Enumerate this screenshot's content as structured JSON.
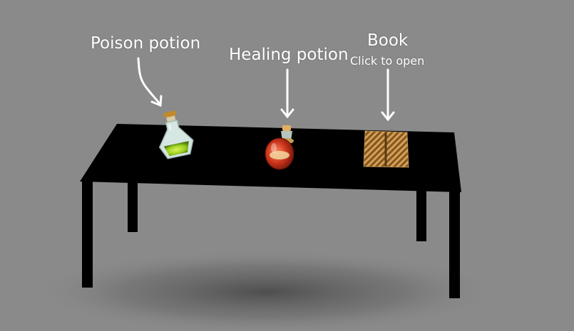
{
  "colors": {
    "background": "#8a8a8a",
    "table": "#000000",
    "label_text": "#ffffff",
    "poison_liquid": "#9bd11f",
    "healing_liquid": "#c8321a",
    "book": "#c9904a"
  },
  "labels": {
    "poison": "Poison potion",
    "healing": "Healing potion",
    "book": "Book",
    "book_hint": "Click to open"
  },
  "items": [
    {
      "id": "poison",
      "icon": "poison-potion-icon"
    },
    {
      "id": "healing",
      "icon": "healing-potion-icon"
    },
    {
      "id": "book",
      "icon": "book-icon"
    }
  ]
}
